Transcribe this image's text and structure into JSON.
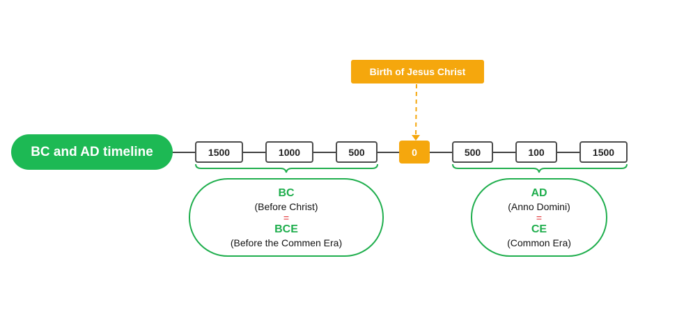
{
  "title": "BC and AD timeline",
  "callout": "Birth of Jesus Christ",
  "timeline": {
    "bc_values": [
      "1500",
      "1000",
      "500"
    ],
    "zero": "0",
    "ad_values": [
      "500",
      "100",
      "1500"
    ]
  },
  "bc_group": {
    "abbr": "BC",
    "meaning": "(Before Christ)",
    "equals": "=",
    "alt_abbr": "BCE",
    "alt_meaning": "(Before the Commen Era)"
  },
  "ad_group": {
    "abbr": "AD",
    "meaning": "(Anno Domini)",
    "equals": "=",
    "alt_abbr": "CE",
    "alt_meaning": "(Common Era)"
  },
  "colors": {
    "green": "#1db954",
    "orange": "#f5a70d",
    "red": "#e0272b",
    "line": "#404040"
  }
}
